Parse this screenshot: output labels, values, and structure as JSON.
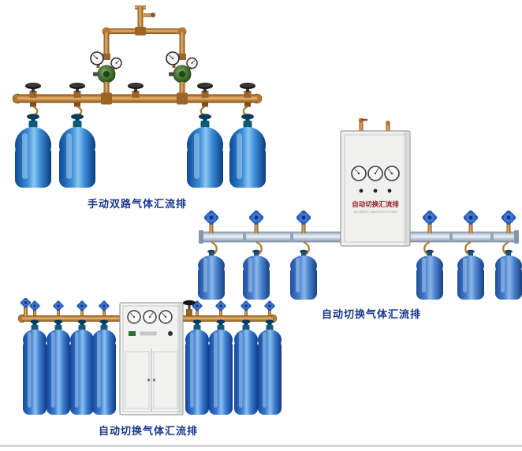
{
  "page": {
    "background_color": "#ffffff",
    "divider_color": "#d5d5d5"
  },
  "colors": {
    "caption_text": "#17378c",
    "brass_pipe": "#c08233",
    "cylinder_blue": "#2e7fd4",
    "steel_manifold": "#b9c6d6",
    "cabinet_body": "#f0f1ee",
    "regulator_green": "#3a6a2c",
    "valve_wheel_blue": "#2f66c4",
    "valve_wheel_black": "#141414"
  },
  "products": [
    {
      "id": "manual-dual-manifold",
      "caption": "手动双路气体汇流排",
      "cylinder_count": 4
    },
    {
      "id": "auto-switch-manifold",
      "caption": "自动切换气体汇流排",
      "cylinder_count": 6,
      "cabinet": {
        "title": "自动切换汇流排",
        "subtitle": "AUTOMATIC MANIFOLD SYSTEM"
      }
    },
    {
      "id": "auto-switch-manifold-large",
      "caption": "自动切换气体汇流排",
      "cylinder_count": 8
    }
  ]
}
